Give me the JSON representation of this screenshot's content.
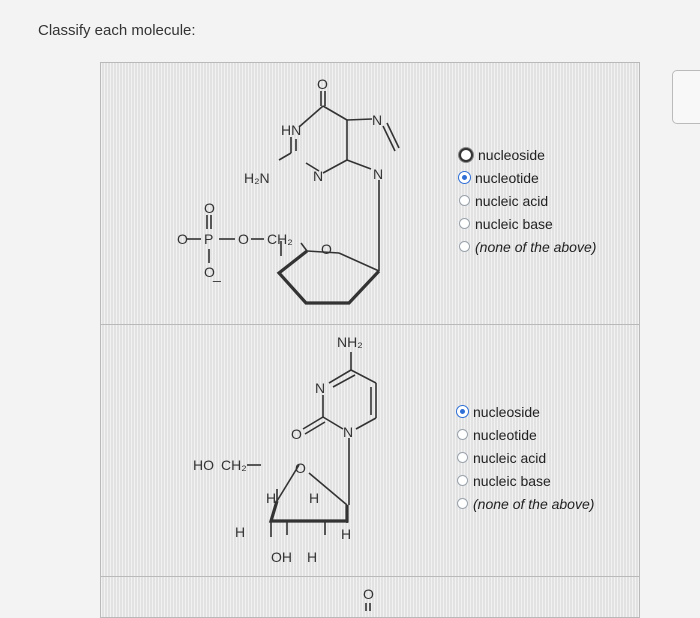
{
  "page": {
    "question": "Classify each molecule:"
  },
  "molecule1": {
    "atoms": {
      "O_carbonyl": "O",
      "HN": "HN",
      "N_top": "N",
      "N_mid": "N",
      "N_right": "N",
      "H2N": "H₂N",
      "P": "P",
      "O_left": "O",
      "O_top": "O",
      "O_bottom": "O",
      "O_link": "O",
      "CH2": "CH₂",
      "O_ring": "O",
      "minus1": "-",
      "minus2": "_"
    },
    "options": [
      "nucleoside",
      "nucleotide",
      "nucleic acid",
      "nucleic base",
      "(none of the above)"
    ],
    "selected": "nucleotide",
    "focused": "nucleoside"
  },
  "molecule2": {
    "atoms": {
      "NH2": "NH₂",
      "N_ring": "N",
      "O_carbonyl": "O",
      "N_glyc": "N",
      "HO": "HO",
      "CH2": "CH₂",
      "O_ring": "O",
      "H1": "H",
      "H2": "H",
      "H3": "H",
      "H4": "H",
      "OH": "OH",
      "H5": "H"
    },
    "options": [
      "nucleoside",
      "nucleotide",
      "nucleic acid",
      "nucleic base",
      "(none of the above)"
    ],
    "selected": "nucleoside"
  },
  "molecule3": {
    "atoms": {
      "O_top": "O"
    }
  }
}
